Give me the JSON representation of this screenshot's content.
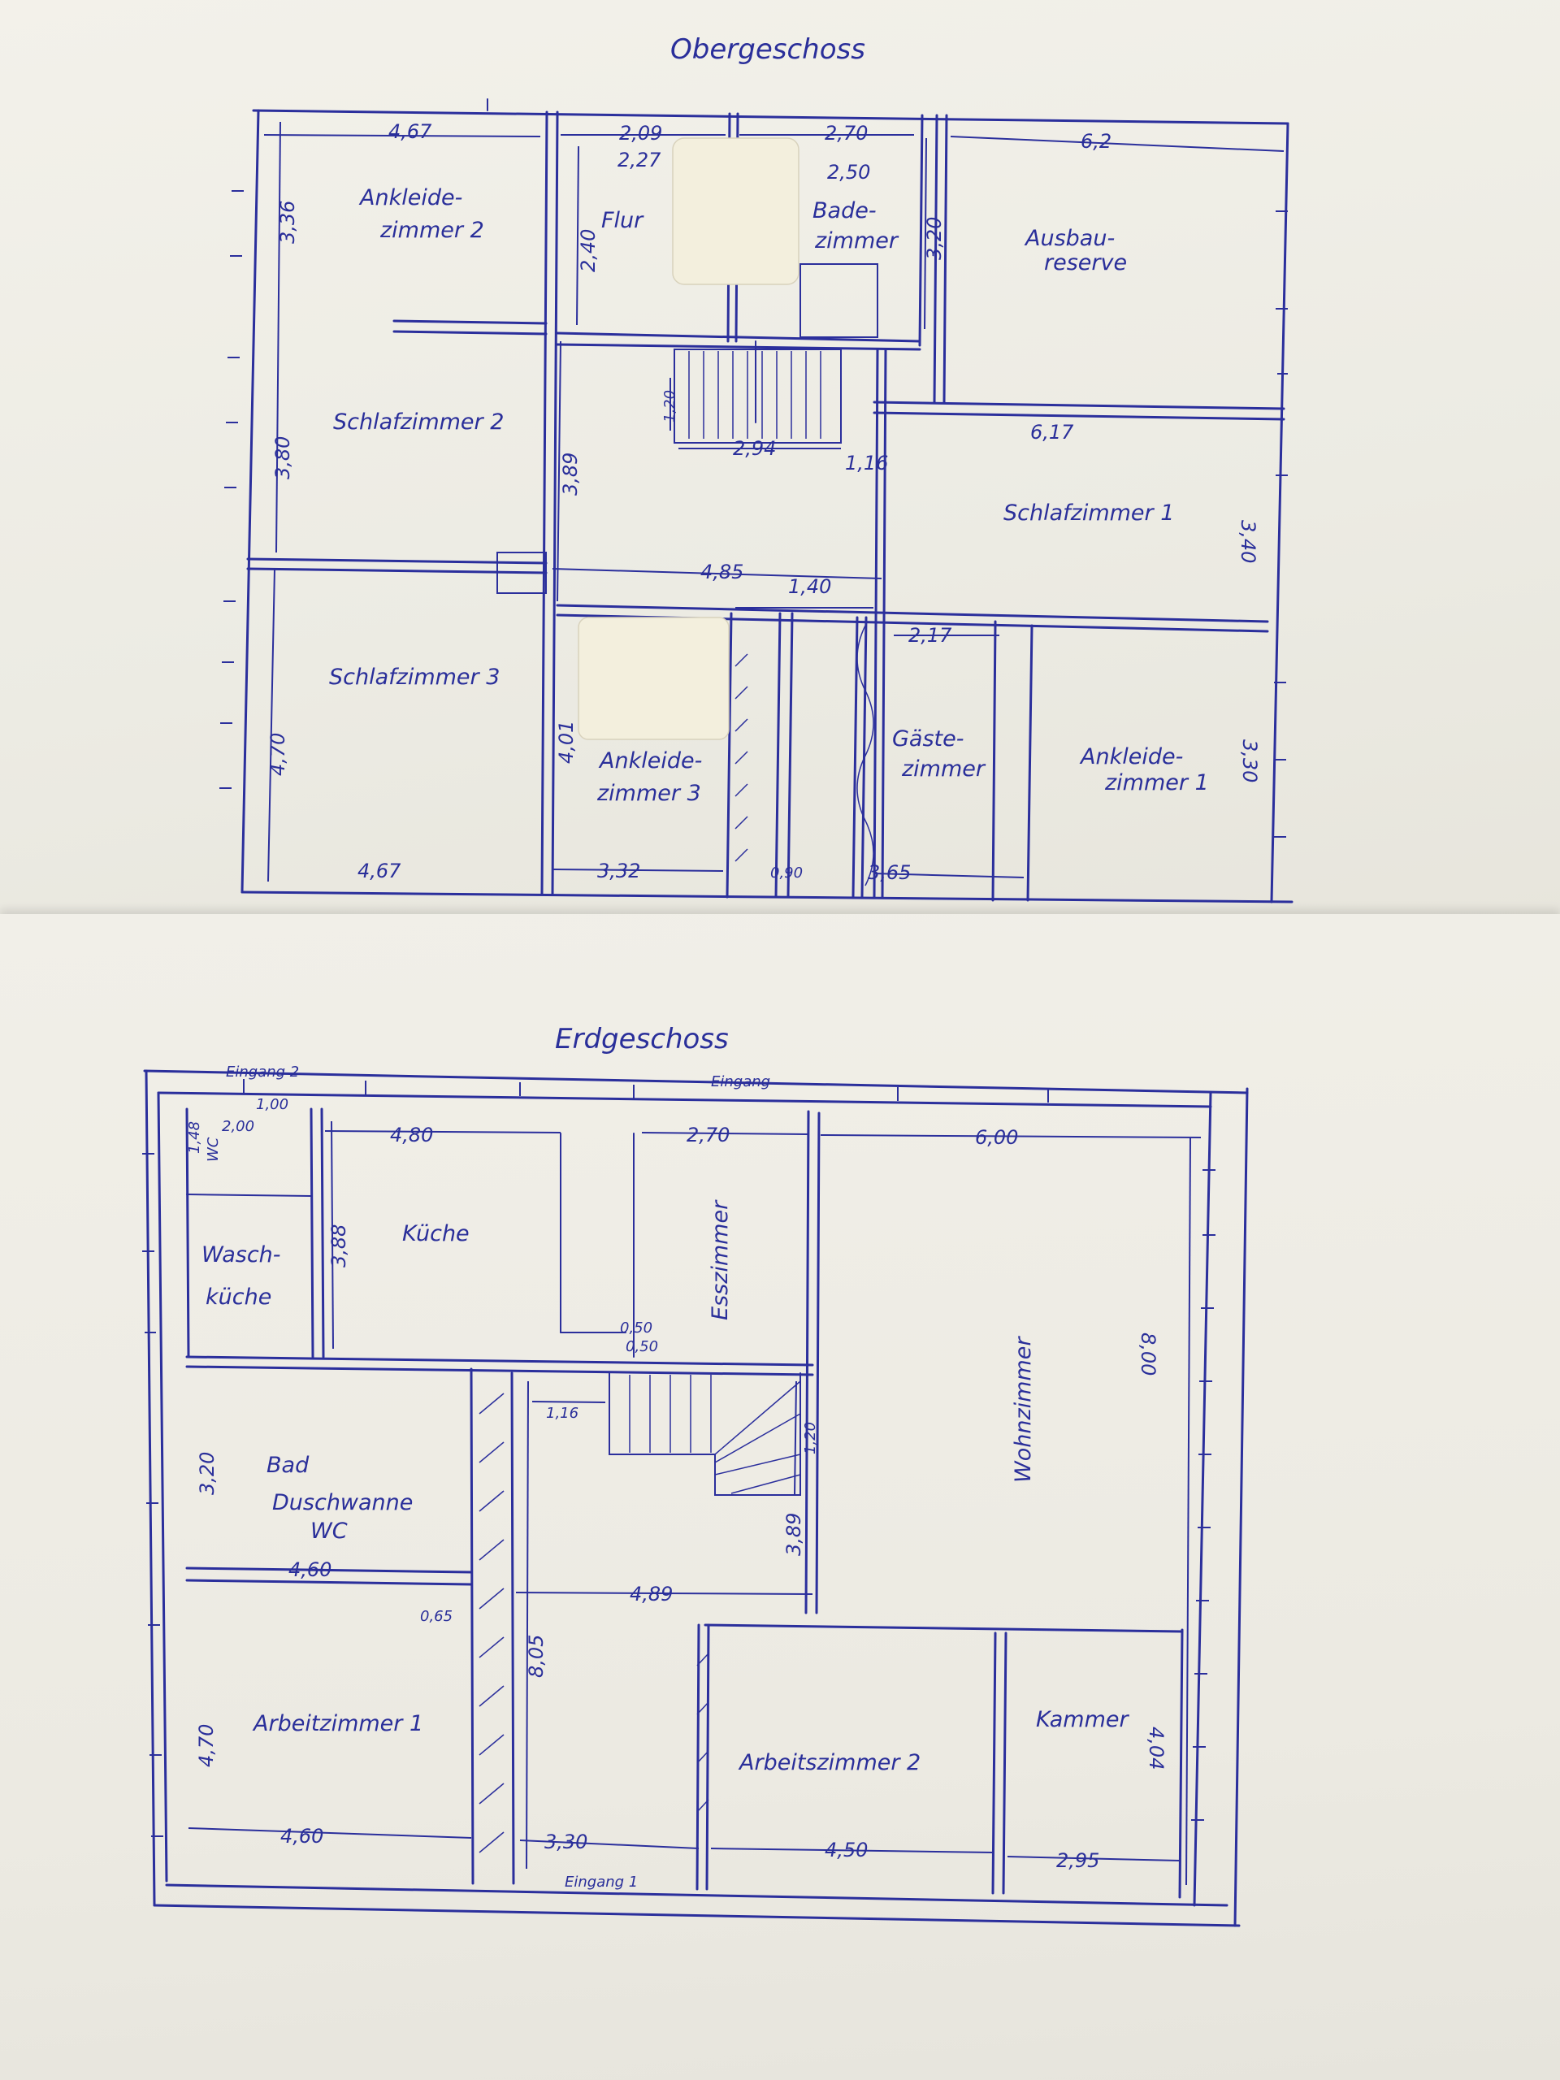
{
  "upper_floor": {
    "title": "Obergeschoss",
    "rooms": {
      "ankleide2": [
        "Ankleide-",
        "zimmer 2"
      ],
      "flur": "Flur",
      "bad": [
        "Bade-",
        "zimmer"
      ],
      "ausbau": [
        "Ausbau-",
        "reserve"
      ],
      "schlaf2": "Schlafzimmer 2",
      "schlaf1": "Schlafzimmer 1",
      "schlaf3": "Schlafzimmer 3",
      "ankleide3": [
        "Ankleide-",
        "zimmer 3"
      ],
      "gaeste": [
        "Gäste-",
        "zimmer"
      ],
      "ankleide1": [
        "Ankleide-",
        "zimmer 1"
      ]
    },
    "dims": {
      "top_ankleide2": "4,67",
      "top_flur": "2,09",
      "top_flur2": "2,27",
      "top_bad": "2,70",
      "top_bad2": "2,50",
      "top_ausbau": "6,2",
      "left_upper": "3,36",
      "left_mid": "3,80",
      "left_lower": "4,70",
      "flur_height": "2,40",
      "bad_height": "3,20",
      "stair_h": "1,20",
      "stair_w": "2,94",
      "stair_small": "1,16",
      "hall_height": "3,89",
      "hall_width": "4,85",
      "door_140": "1,40",
      "gaeste_w": "2,17",
      "schlaf1_w": "6,17",
      "schlaf1_h": "3,40",
      "ankleide1_h": "3,30",
      "ankleide3_h": "4,01",
      "bottom_left": "4,67",
      "bottom_mid": "3,32",
      "bottom_small": "0,90",
      "bottom_right": "3,65"
    }
  },
  "ground_floor": {
    "title": "Erdgeschoss",
    "labels": {
      "eingang2": "Eingang 2",
      "eingang_top": "Eingang",
      "eingang1": "Eingang 1"
    },
    "rooms": {
      "kueche": "Küche",
      "wc": "WC",
      "waschkueche": [
        "Wasch-",
        "küche"
      ],
      "esszimmer": "Esszimmer",
      "wohnzimmer": "Wohnzimmer",
      "bad": [
        "Bad",
        "Duschwanne",
        "WC"
      ],
      "arbeit1": "Arbeitzimmer 1",
      "arbeit2": "Arbeitszimmer 2",
      "kammer": "Kammer"
    },
    "dims": {
      "d_100": "1,00",
      "d_200": "2,00",
      "d_148": "1,48",
      "d_kueche_w": "4,80",
      "d_ess_w": "2,70",
      "d_wohn_w": "6,00",
      "d_kueche_h": "3,88",
      "d_wohn_h": "8,00",
      "d_050a": "0,50",
      "d_050b": "0,50",
      "d_116": "1,16",
      "d_stair_h": "1,20",
      "d_389": "3,89",
      "d_bad_h": "3,20",
      "d_bad_w": "4,60",
      "d_065": "0,65",
      "d_hall_w": "4,89",
      "d_805": "8,05",
      "d_arbeit1_h": "4,70",
      "d_arbeit1_w": "4,60",
      "d_330": "3,30",
      "d_arbeit2_w": "4,50",
      "d_kammer_w": "2,95",
      "d_kammer_h": "4,04"
    }
  }
}
